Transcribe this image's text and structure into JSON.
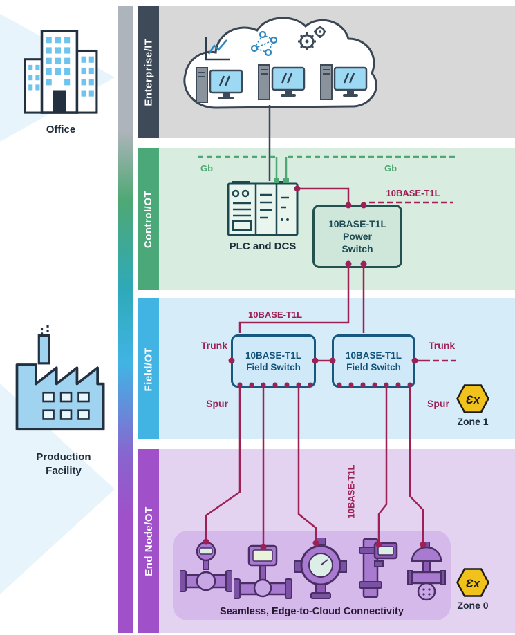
{
  "left_panel": {
    "office_label": "Office",
    "facility_label_line1": "Production",
    "facility_label_line2": "Facility"
  },
  "bands": {
    "enterprise": {
      "label": "Enterprise/IT"
    },
    "control": {
      "label": "Control/OT",
      "gb_left": "Gb",
      "gb_right": "Gb",
      "plc_label": "PLC and DCS",
      "t1l_label": "10BASE-T1L",
      "power_switch_line1": "10BASE-T1L",
      "power_switch_line2": "Power",
      "power_switch_line3": "Switch"
    },
    "field": {
      "label": "Field/OT",
      "t1l_label": "10BASE-T1L",
      "trunk_left": "Trunk",
      "trunk_right": "Trunk",
      "spur_left": "Spur",
      "spur_right": "Spur",
      "switch_left_line1": "10BASE-T1L",
      "switch_left_line2": "Field Switch",
      "switch_right_line1": "10BASE-T1L",
      "switch_right_line2": "Field Switch",
      "zone_symbol": "Ɛx",
      "zone_label": "Zone 1"
    },
    "end_node": {
      "label": "End Node/OT",
      "t1l_label": "10BASE-T1L",
      "caption": "Seamless, Edge-to-Cloud Connectivity",
      "zone_symbol": "Ɛx",
      "zone_label": "Zone 0"
    }
  },
  "colors": {
    "maroon": "#9E2155",
    "green": "#4FA874",
    "blue": "#41B4E4",
    "purple": "#A050C8",
    "slate": "#3F4A59",
    "atex_yellow": "#F2C21C"
  }
}
